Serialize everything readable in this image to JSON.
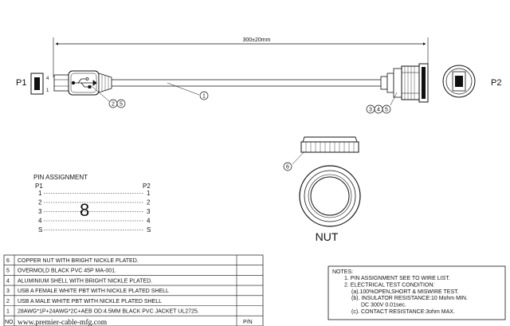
{
  "dimension": "300±20mm",
  "p1_label": "P1",
  "p2_label": "P2",
  "usb_pin_top": "4",
  "usb_pin_bottom": "1",
  "balloons": {
    "cable": "1",
    "plug_a": "2",
    "plug_b": "5",
    "socket_a": "3",
    "socket_b": "4",
    "socket_c": "5",
    "nut": "6"
  },
  "pin_assignment": {
    "title": "PIN ASSIGNMENT",
    "left_header": "P1",
    "right_header": "P2",
    "rows": [
      {
        "left": "1",
        "right": "1"
      },
      {
        "left": "2",
        "right": "2"
      },
      {
        "left": "3",
        "right": "3"
      },
      {
        "left": "4",
        "right": "4"
      },
      {
        "left": "S",
        "right": "S"
      }
    ],
    "handwritten_mark": "8"
  },
  "nut_label": "NUT",
  "bom": {
    "rows": [
      {
        "no": "6",
        "desc": "COPPER NUT WITH BRIGHT NICKLE PLATED."
      },
      {
        "no": "5",
        "desc": "OVERMOLD BLACK PVC 45P MA-001."
      },
      {
        "no": "4",
        "desc": "ALUMINIUM  SHELL WITH BRIGHT NICKLE PLATED."
      },
      {
        "no": "3",
        "desc": "USB A FEMALE  WHITE PBT WITH NICKLE PLATED SHELL"
      },
      {
        "no": "2",
        "desc": "USB A MALE  WHITE PBT WITH NICKLE PLATED SHELL"
      },
      {
        "no": "1",
        "desc": "28AWG*1P+24AWG*2C+AEB OD:4.5MM BLACK PVC JACKET UL2725."
      }
    ],
    "footer_no": "NO.",
    "footer_pn": "P/N",
    "website": "www.premier-cable-mfg.com"
  },
  "notes": {
    "title": "NOTES:",
    "lines": [
      "1. PIN ASSIGNMENT SEE TO WIRE LIST.",
      "2. ELECTRICAL TEST CONDITION:",
      "(a).100%OPEN,SHORT & MISWIRE TEST.",
      "(b). INSULATOR RESISTANCE:10 Mohm MIN.",
      "DC 300V 0.01sec.",
      "(c). CONTACT RESISTANCE:3ohm MAX."
    ]
  }
}
